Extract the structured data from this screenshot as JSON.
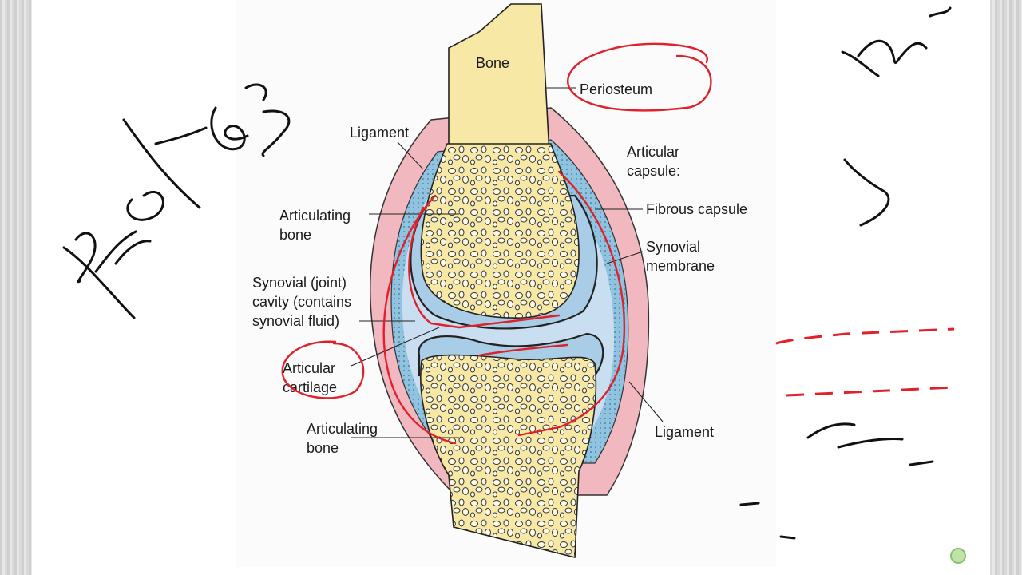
{
  "diagram": {
    "labels": {
      "bone": "Bone",
      "periosteum": "Periosteum",
      "ligament_top": "Ligament",
      "articular_capsule_1": "Articular",
      "articular_capsule_2": "capsule:",
      "fibrous_capsule": "Fibrous capsule",
      "articulating_bone_top_1": "Articulating",
      "articulating_bone_top_2": "bone",
      "synovial_membrane_1": "Synovial",
      "synovial_membrane_2": "membrane",
      "synovial_cavity_1": "Synovial (joint)",
      "synovial_cavity_2": "cavity (contains",
      "synovial_cavity_3": "synovial fluid)",
      "articular_cartilage_1": "Articular",
      "articular_cartilage_2": "cartilage",
      "articulating_bone_bottom_1": "Articulating",
      "articulating_bone_bottom_2": "bone",
      "ligament_bottom": "Ligament"
    },
    "colors": {
      "bone": "#f7e8a6",
      "capsule": "#f2b8c0",
      "membrane": "#8fc3df",
      "cavity": "#c9def0",
      "cartilage": "#a9cde6",
      "annotation_red": "#e0202a",
      "annotation_black": "#111111"
    }
  }
}
